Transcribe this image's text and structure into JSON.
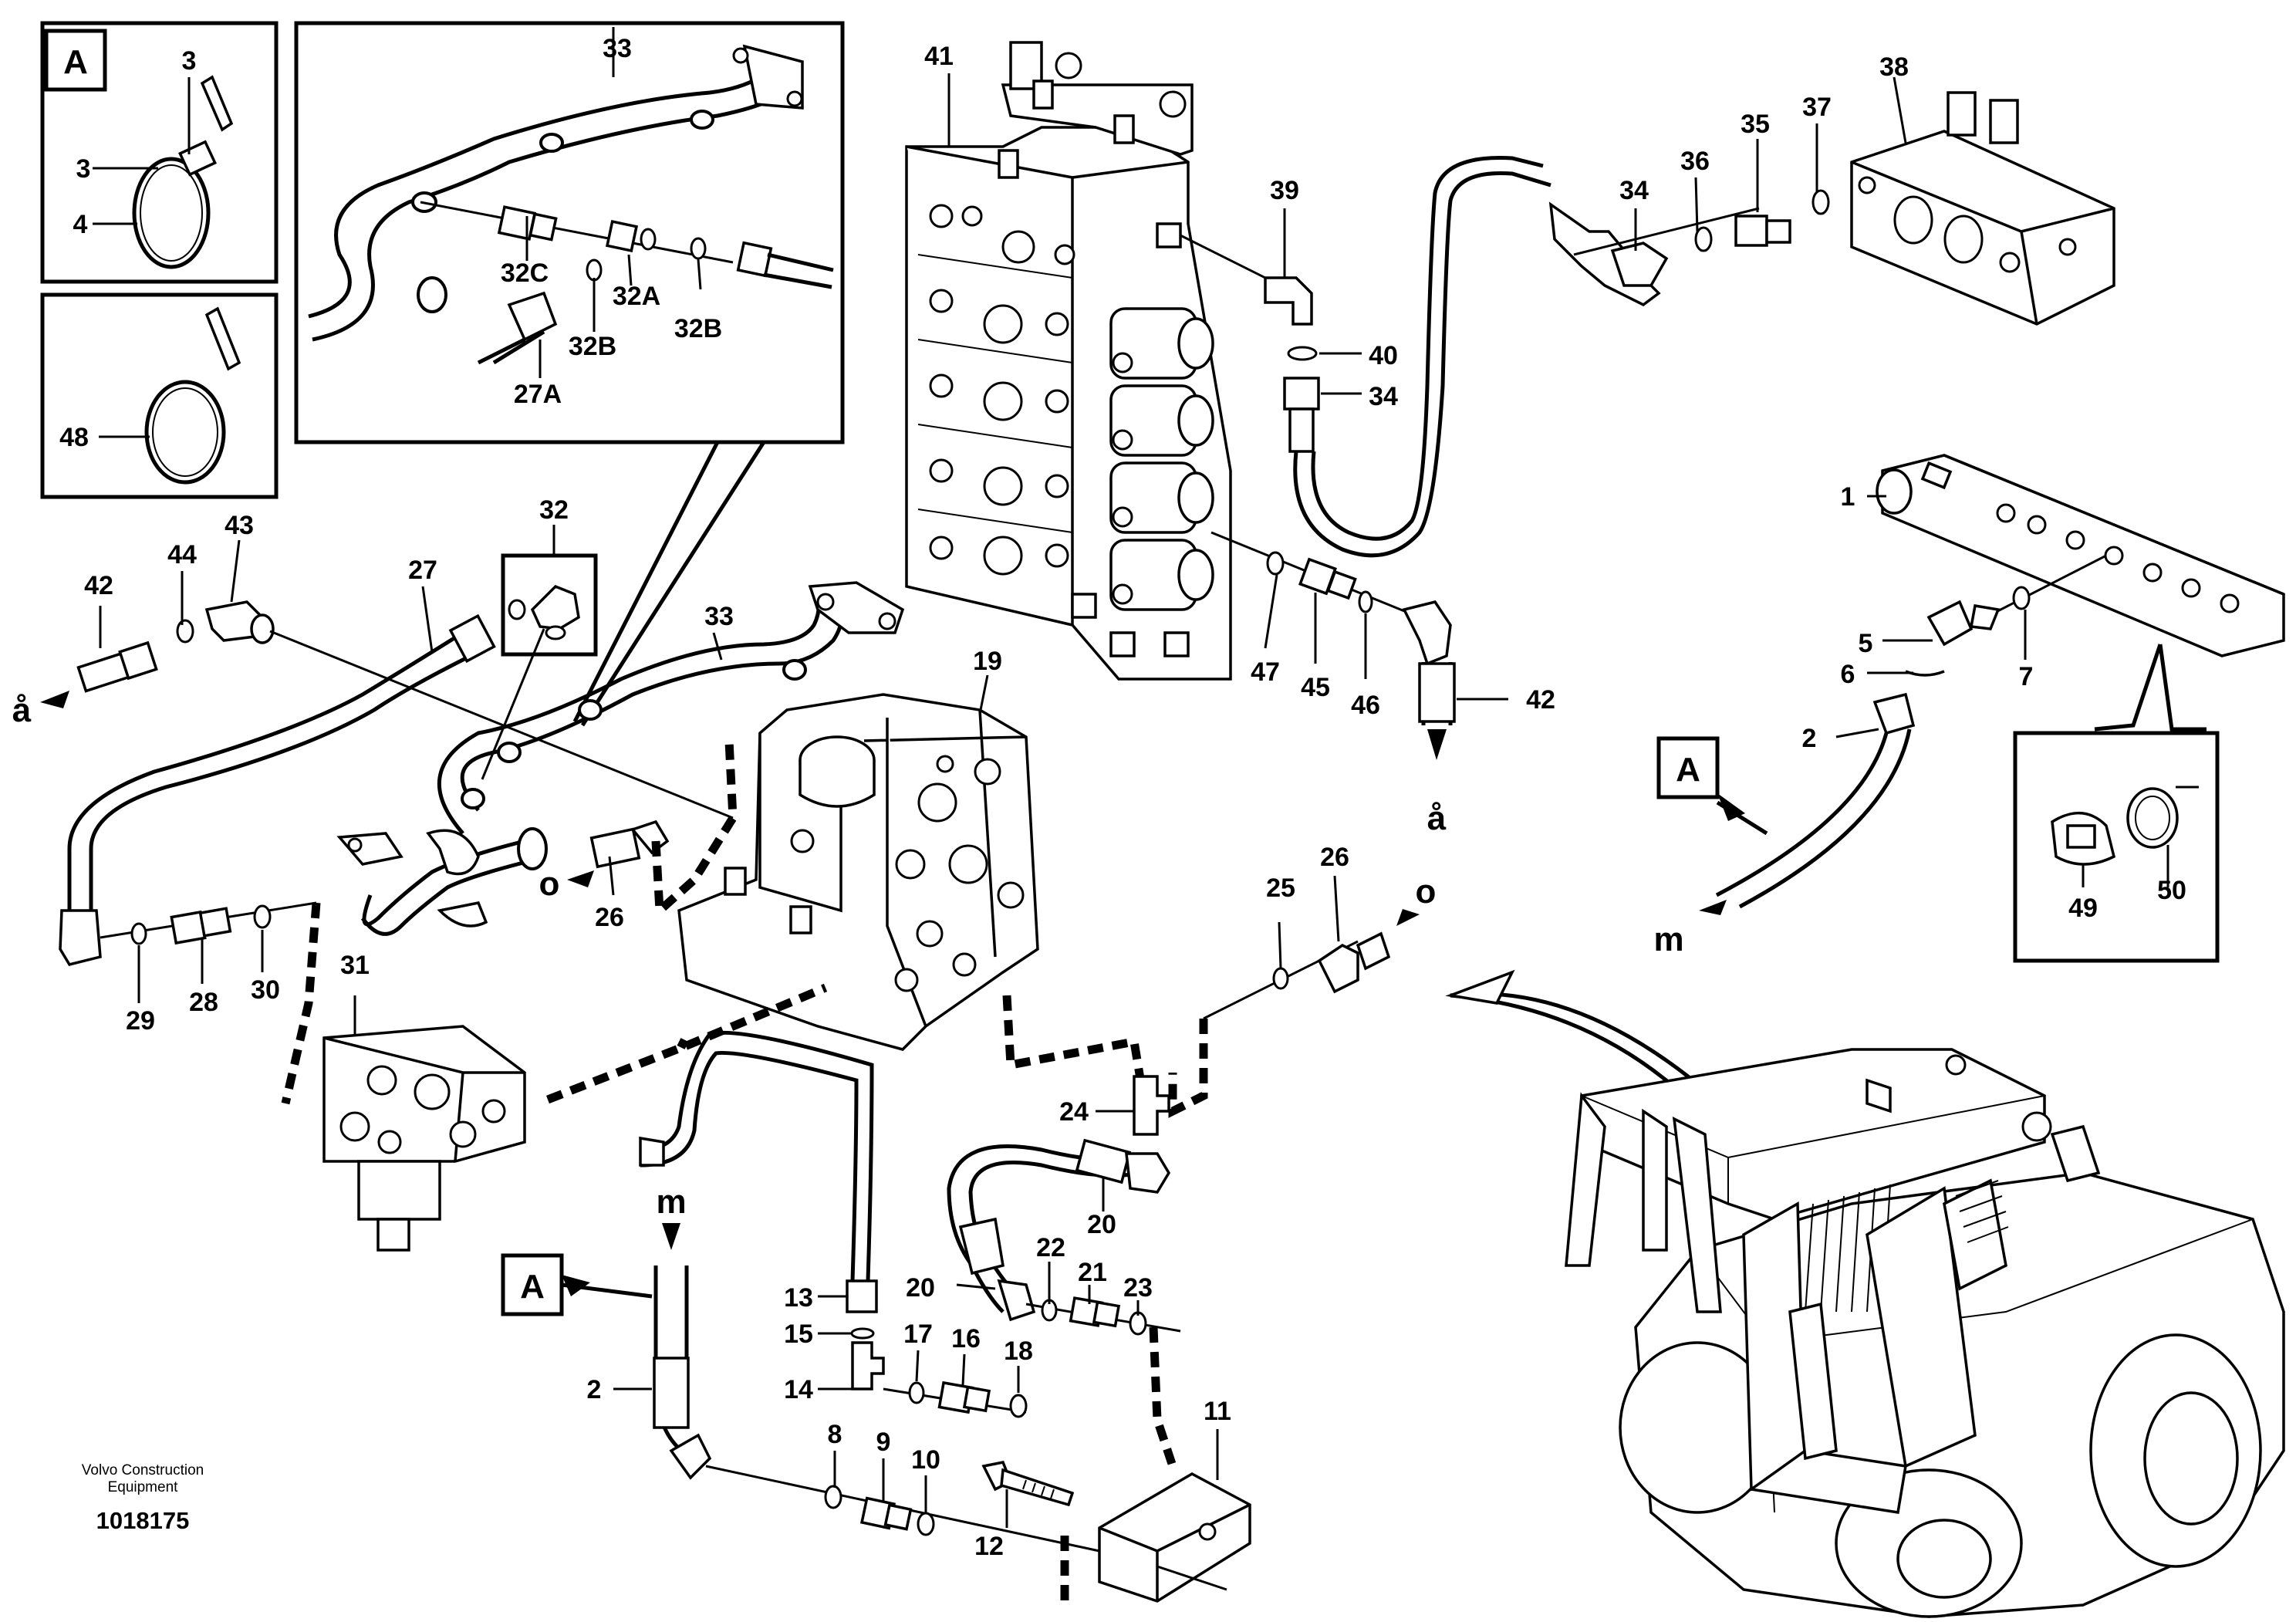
{
  "detail_marker": "A",
  "flow_markers": {
    "a_ring": "å",
    "o": "o",
    "m": "m"
  },
  "callouts": [
    "3",
    "3",
    "4",
    "48",
    "33",
    "32C",
    "32A",
    "32B",
    "32B",
    "27A",
    "41",
    "39",
    "40",
    "34",
    "34",
    "36",
    "35",
    "37",
    "38",
    "1",
    "5",
    "6",
    "7",
    "2",
    "49",
    "50",
    "42",
    "44",
    "43",
    "27",
    "32",
    "33",
    "19",
    "47",
    "45",
    "46",
    "42",
    "29",
    "28",
    "30",
    "31",
    "26",
    "25",
    "26",
    "24",
    "20",
    "20",
    "22",
    "21",
    "23",
    "13",
    "15",
    "14",
    "17",
    "16",
    "18",
    "2",
    "8",
    "9",
    "10",
    "12",
    "11"
  ],
  "footer": {
    "company_line1": "Volvo Construction",
    "company_line2": "Equipment",
    "drawing_number": "1018175"
  }
}
